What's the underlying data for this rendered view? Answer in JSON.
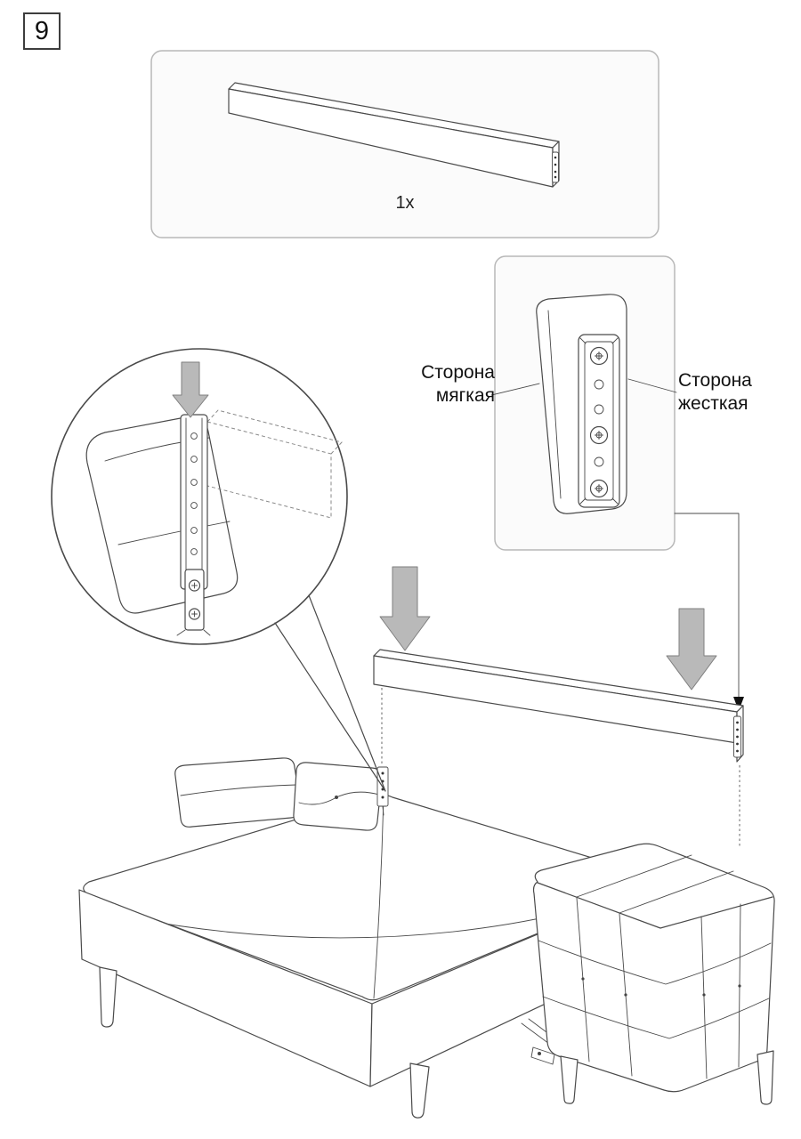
{
  "step": {
    "number": "9"
  },
  "parts_panel": {
    "quantity_label": "1x"
  },
  "detail_inset": {
    "label_soft": "Сторона\nмягкая",
    "label_hard": "Сторона\nжесткая"
  },
  "colors": {
    "line": "#4a4a4a",
    "panel_border": "#b8b8b8",
    "panel_fill": "#fbfbfb",
    "arrow_fill": "#b9b9b9",
    "arrow_stroke": "#7f7f7f"
  }
}
